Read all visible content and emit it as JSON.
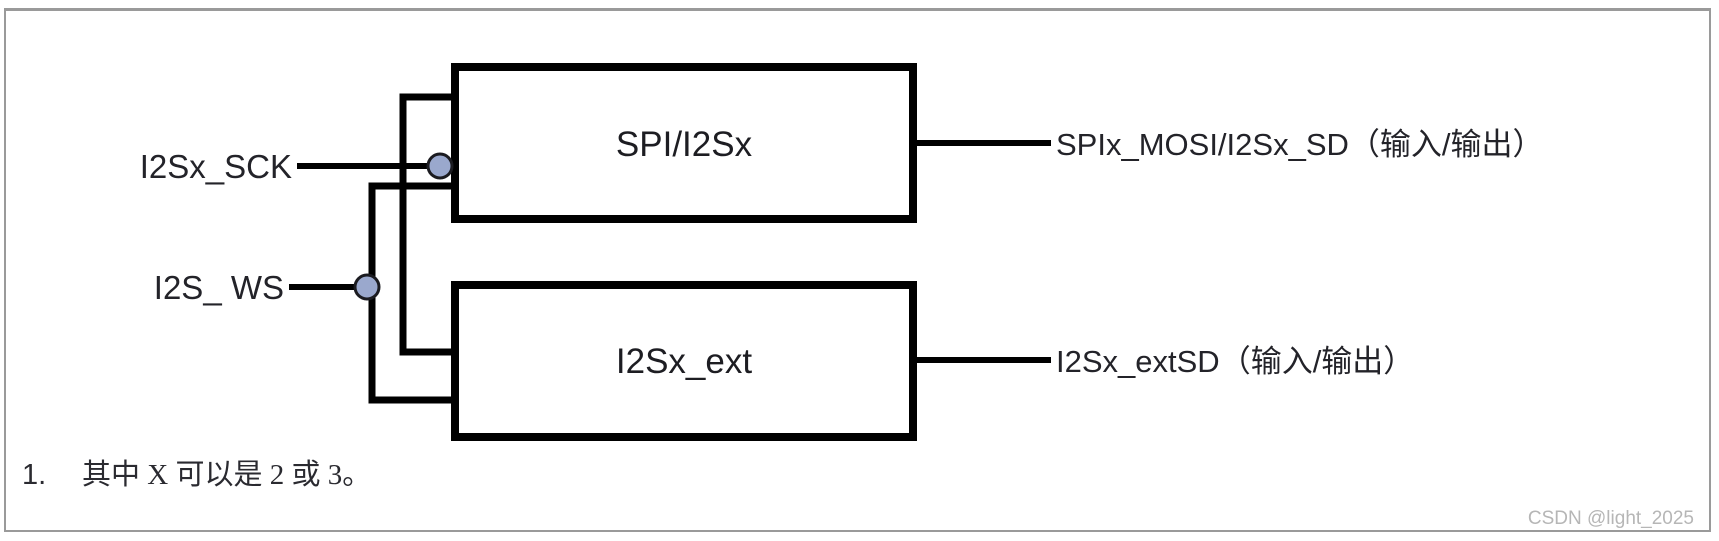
{
  "figure": {
    "title_alt": "SPI/I2S full-duplex block diagram",
    "blocks": [
      {
        "id": "spi-i2sx",
        "label": "SPI/I2Sx"
      },
      {
        "id": "i2sx-ext",
        "label": "I2Sx_ext"
      }
    ],
    "input_signals": [
      {
        "id": "i2sx-sck",
        "label": "I2Sx_SCK"
      },
      {
        "id": "i2s-ws",
        "label": "I2S_ WS"
      }
    ],
    "output_signals": [
      {
        "id": "spix-mosi",
        "label": "SPIx_MOSI/I2Sx_SD（输入/输出）"
      },
      {
        "id": "i2sx-extsd",
        "label": "I2Sx_extSD（输入/输出）"
      }
    ],
    "footnote": {
      "number": "1.",
      "text": "其中 X 可以是 2 或 3。"
    },
    "watermark": "CSDN @light_2025",
    "colors": {
      "wire": "#000000",
      "box_border": "#000000",
      "junction_fill": "#9aa8cd",
      "junction_stroke": "#1b1b20",
      "frame": "#9a9a9a",
      "watermark": "#b6b6b6",
      "background": "#ffffff"
    }
  }
}
